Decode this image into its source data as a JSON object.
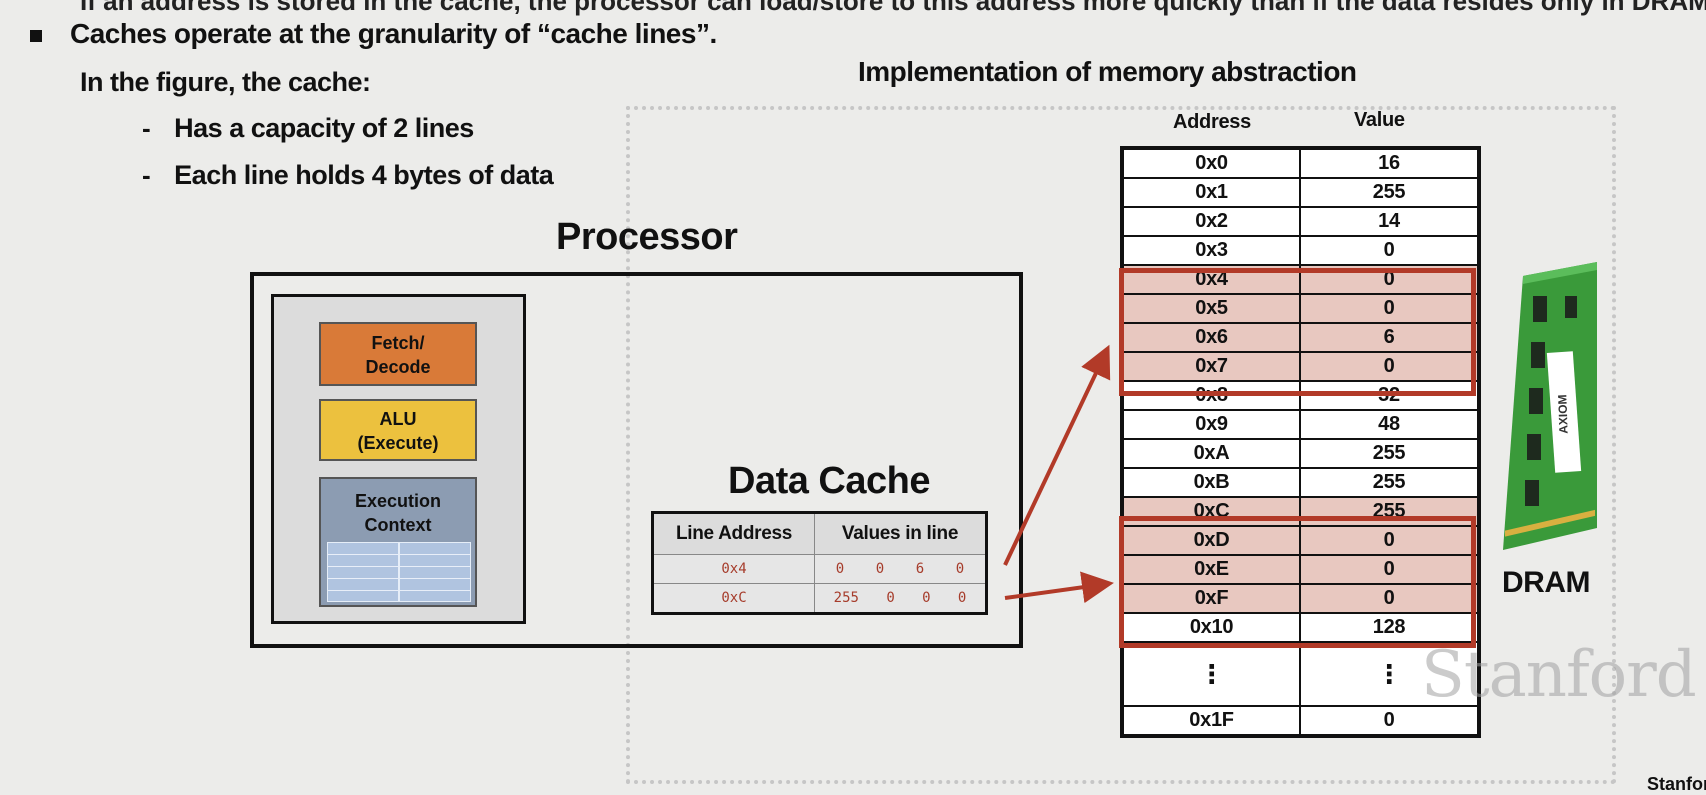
{
  "slide": {
    "cut_line": "If an address is stored in the cache, the processor can load/store to this address more quickly than if the data resides only in DRAM",
    "bullet_main": "Caches operate at the granularity of “cache lines”.",
    "figure_intro": "In the figure, the cache:",
    "sub_bullets": [
      "Has a capacity of 2 lines",
      "Each line holds 4 bytes of data"
    ],
    "dash": "-",
    "impl_title": "Implementation of memory abstraction"
  },
  "processor": {
    "title": "Processor",
    "fetch_decode": "Fetch/ Decode",
    "alu": "ALU (Execute)",
    "exec_context": "Execution Context"
  },
  "data_cache": {
    "title": "Data Cache",
    "headers": [
      "Line Address",
      "Values in line"
    ],
    "rows": [
      {
        "line_address": "0x4",
        "values": [
          "0",
          "0",
          "6",
          "0"
        ]
      },
      {
        "line_address": "0xC",
        "values": [
          "255",
          "0",
          "0",
          "0"
        ]
      }
    ]
  },
  "memory": {
    "headers": {
      "address": "Address",
      "value": "Value"
    },
    "rows": [
      {
        "address": "0x0",
        "value": "16"
      },
      {
        "address": "0x1",
        "value": "255"
      },
      {
        "address": "0x2",
        "value": "14"
      },
      {
        "address": "0x3",
        "value": "0"
      },
      {
        "address": "0x4",
        "value": "0"
      },
      {
        "address": "0x5",
        "value": "0"
      },
      {
        "address": "0x6",
        "value": "6"
      },
      {
        "address": "0x7",
        "value": "0"
      },
      {
        "address": "0x8",
        "value": "32"
      },
      {
        "address": "0x9",
        "value": "48"
      },
      {
        "address": "0xA",
        "value": "255"
      },
      {
        "address": "0xB",
        "value": "255"
      },
      {
        "address": "0xC",
        "value": "255"
      },
      {
        "address": "0xD",
        "value": "0"
      },
      {
        "address": "0xE",
        "value": "0"
      },
      {
        "address": "0xF",
        "value": "0"
      },
      {
        "address": "0x10",
        "value": "128"
      },
      {
        "address": "⋮",
        "value": "⋮"
      },
      {
        "address": "0x1F",
        "value": "0"
      }
    ],
    "highlighted_ranges": [
      [
        "0x4",
        "0x7"
      ],
      [
        "0xC",
        "0xF"
      ]
    ]
  },
  "dram": {
    "label": "DRAM",
    "module_brand": "AXIOM"
  },
  "watermark": {
    "large": "Stanford",
    "small": "Stanfor"
  },
  "colors": {
    "highlight_border": "#b23a28",
    "highlight_fill": "#e8c8c0",
    "fetch_decode": "#d97a38",
    "alu": "#ecc13e",
    "exec_context": "#8c9cb2",
    "arrow": "#b23a28",
    "cache_value_text": "#a63c2b",
    "dram_pcb": "#3a9a3a"
  }
}
